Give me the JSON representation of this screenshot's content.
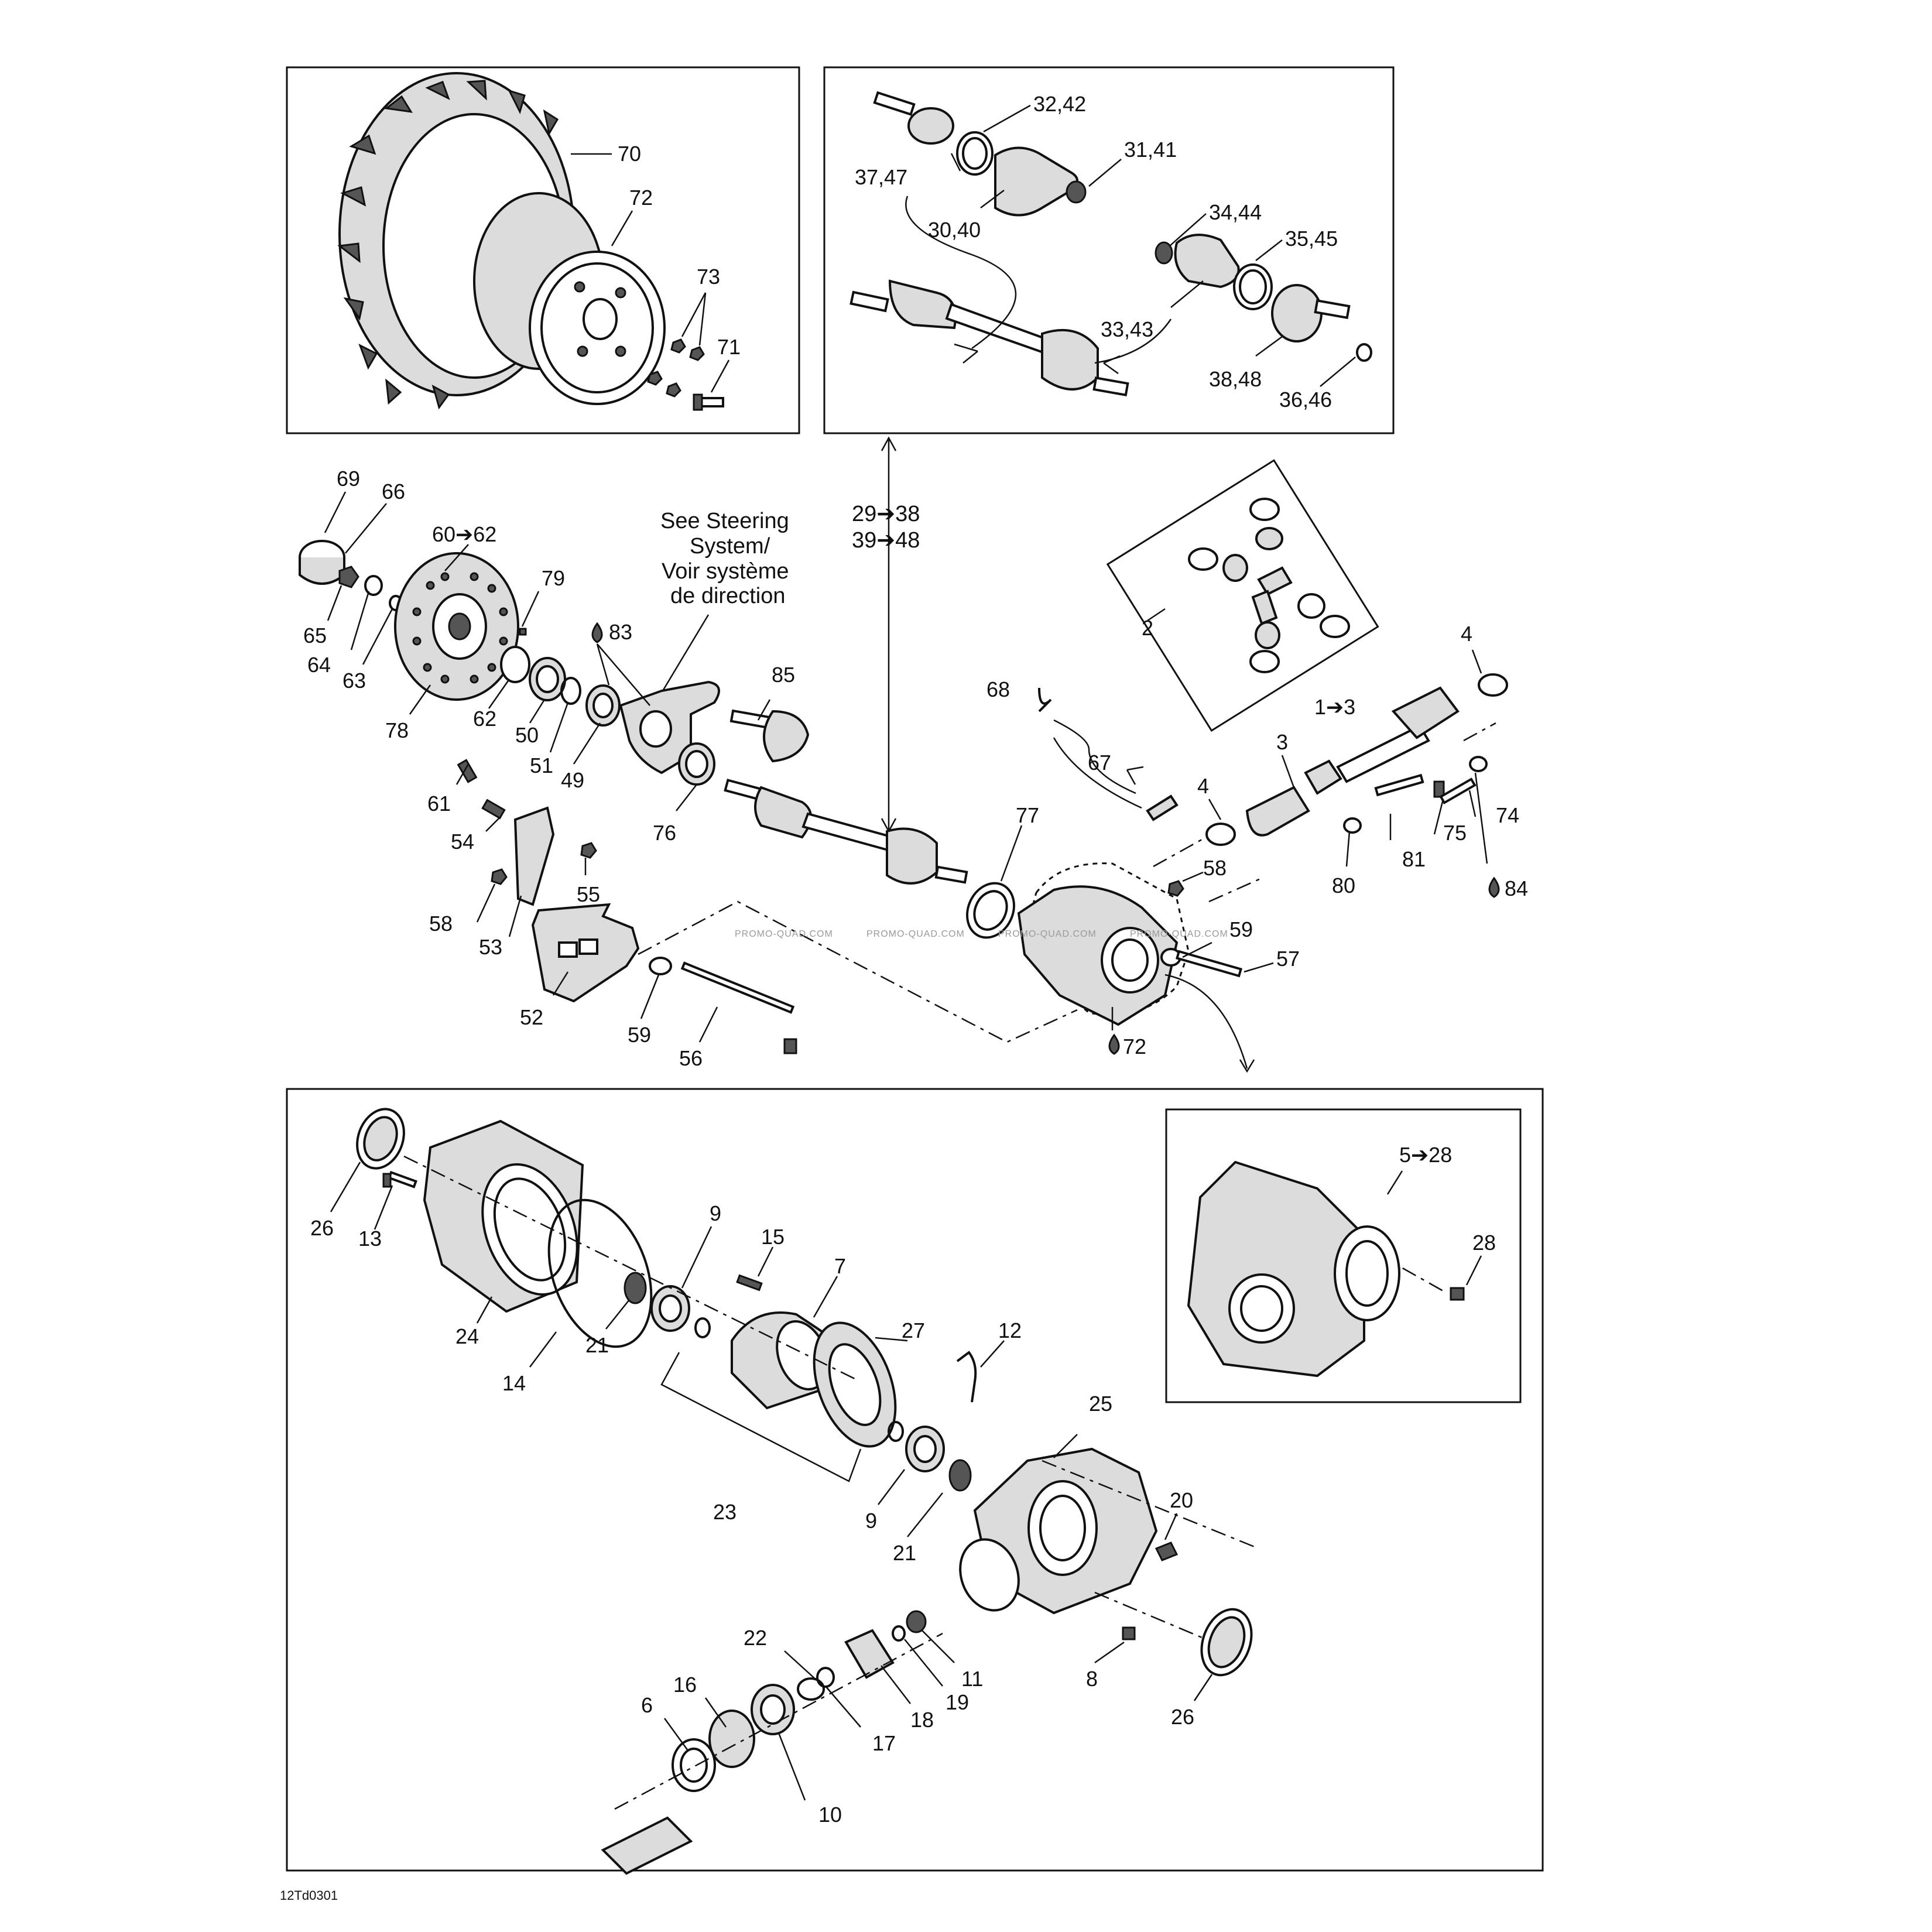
{
  "diagram": {
    "code": "12Td0301",
    "watermark": "PROMO-QUAD.COM",
    "notes": {
      "steering_line1": "See Steering",
      "steering_line2": "System/",
      "steering_line3": "Voir système",
      "steering_line4": "de direction",
      "shaft_range_a": "29➔38",
      "shaft_range_b": "39➔48"
    },
    "callouts": {
      "c70": "70",
      "c72": "72",
      "c73": "73",
      "c71": "71",
      "c32_42": "32,42",
      "c37_47": "37,47",
      "c31_41": "31,41",
      "c30_40": "30,40",
      "c34_44": "34,44",
      "c35_45": "35,45",
      "c33_43": "33,43",
      "c38_48": "38,48",
      "c36_46": "36,46",
      "c69": "69",
      "c66": "66",
      "c60_62": "60➔62",
      "c79": "79",
      "c65": "65",
      "c64": "64",
      "c63": "63",
      "c78": "78",
      "c62": "62",
      "c50": "50",
      "c51": "51",
      "c49": "49",
      "c83": "83",
      "c85": "85",
      "c76": "76",
      "c61": "61",
      "c54": "54",
      "c55": "55",
      "c58a": "58",
      "c53": "53",
      "c52": "52",
      "c59a": "59",
      "c56": "56",
      "c2": "2",
      "c4a": "4",
      "c1_3": "1➔3",
      "c3": "3",
      "c68": "68",
      "c67": "67",
      "c4b": "4",
      "c77": "77",
      "c58b": "58",
      "c81": "81",
      "c75": "75",
      "c74": "74",
      "c80": "80",
      "c84": "84",
      "c59b": "59",
      "c57": "57",
      "c72b": "72",
      "c26a": "26",
      "c13": "13",
      "c24": "24",
      "c14": "14",
      "c21a": "21",
      "c9a": "9",
      "c15": "15",
      "c7": "7",
      "c27": "27",
      "c12": "12",
      "c25": "25",
      "c23": "23",
      "c9b": "9",
      "c21b": "21",
      "c20": "20",
      "c5_28": "5➔28",
      "c28": "28",
      "c8": "8",
      "c26b": "26",
      "c11": "11",
      "c19": "19",
      "c22": "22",
      "c18": "18",
      "c17": "17",
      "c16": "16",
      "c6": "6",
      "c10": "10"
    }
  }
}
